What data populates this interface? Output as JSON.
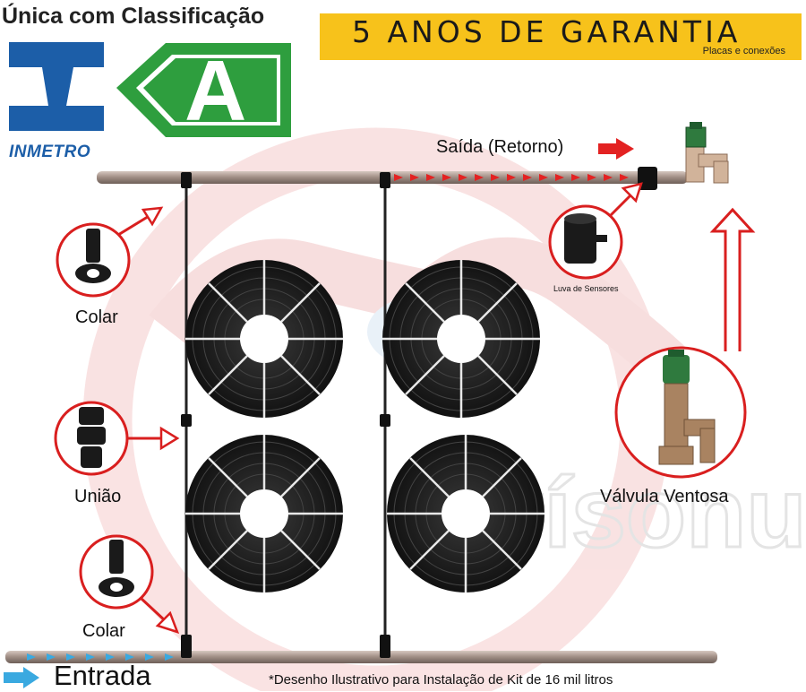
{
  "header": {
    "title": "Única com Classificação",
    "inmetro_label": "INMETRO",
    "rating_letter": "A"
  },
  "warranty": {
    "headline": "5 ANOS DE GARANTIA",
    "subtitle": "Placas e conexões"
  },
  "diagram": {
    "outlet_label": "Saída (Retorno)",
    "inlet_label": "Entrada",
    "callouts": {
      "colar_top": "Colar",
      "uniao": "União",
      "colar_bottom": "Colar",
      "luva": "Luva de Sensores",
      "valvula": "Válvula Ventosa"
    },
    "watermark": "dorísonu"
  },
  "footer": {
    "note": "*Desenho Ilustrativo para Instalação de Kit de 16 mil litros"
  },
  "colors": {
    "inmetro_blue": "#1c5ea8",
    "rating_green": "#2e9e3e",
    "warranty_yellow": "#f7c21b",
    "arrow_red": "#e32222",
    "flow_blue": "#3aa9e0"
  }
}
